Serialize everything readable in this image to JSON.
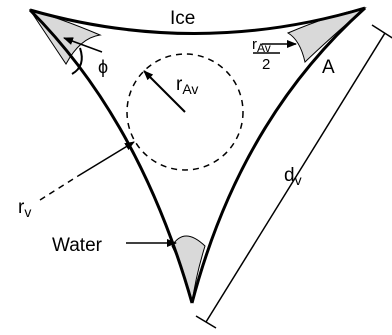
{
  "labels": {
    "ice": "Ice",
    "phi": "ϕ",
    "r_av_main": "r",
    "r_av_sub": "Av",
    "frac_num_main": "r",
    "frac_num_sub": "Av",
    "frac_den": "2",
    "a": "A",
    "d_v_main": "d",
    "d_v_sub": "v",
    "r_v_main": "r",
    "r_v_sub": "v",
    "water": "Water"
  },
  "colors": {
    "stroke": "#000000",
    "water_fill": "#d9d9d9",
    "background": "#ffffff"
  }
}
